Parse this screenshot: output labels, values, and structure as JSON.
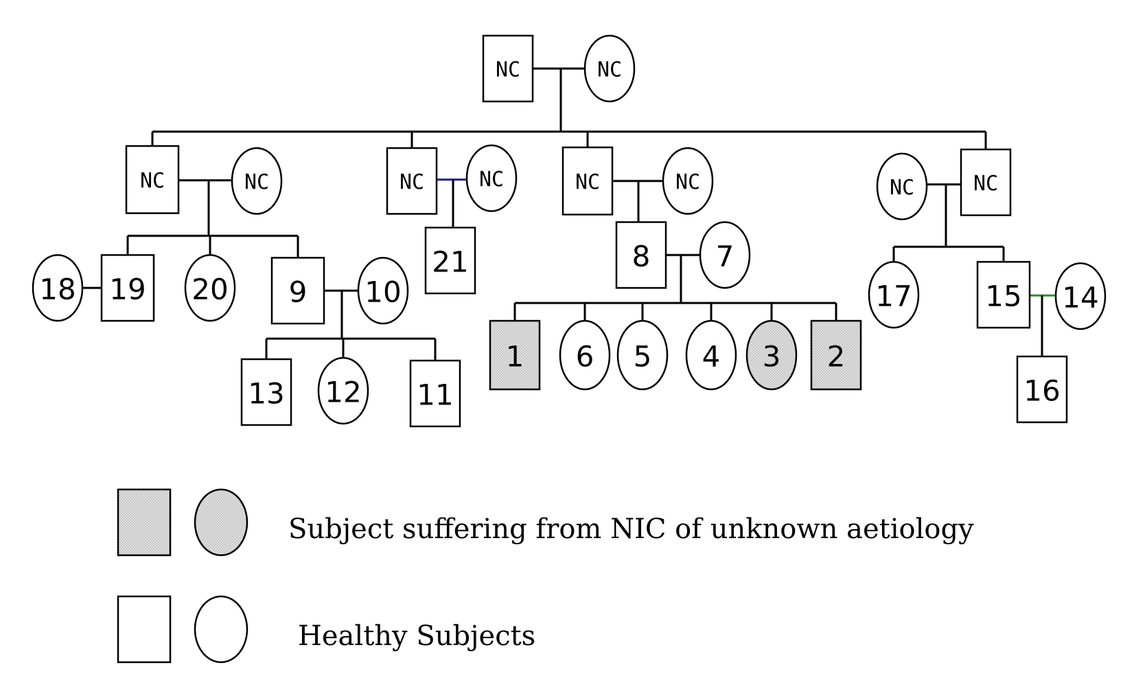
{
  "colors": {
    "line": "#000000",
    "affected_fill": "#d2d2d2",
    "healthy_fill": "#ffffff",
    "marriage_line_blue": "#1a1a8c",
    "marriage_line_green": "#2e8b2e"
  },
  "individuals": [
    {
      "id": "g1m",
      "sex": "male",
      "label": "NC",
      "affected": false
    },
    {
      "id": "g1f",
      "sex": "female",
      "label": "NC",
      "affected": false
    },
    {
      "id": "a1",
      "sex": "male",
      "label": "NC",
      "affected": false
    },
    {
      "id": "a2",
      "sex": "female",
      "label": "NC",
      "affected": false
    },
    {
      "id": "b1",
      "sex": "male",
      "label": "NC",
      "affected": false
    },
    {
      "id": "b2",
      "sex": "female",
      "label": "NC",
      "affected": false
    },
    {
      "id": "c1",
      "sex": "male",
      "label": "NC",
      "affected": false
    },
    {
      "id": "c2",
      "sex": "female",
      "label": "NC",
      "affected": false
    },
    {
      "id": "d1",
      "sex": "female",
      "label": "NC",
      "affected": false
    },
    {
      "id": "d2",
      "sex": "male",
      "label": "NC",
      "affected": false
    },
    {
      "id": "p18",
      "sex": "female",
      "label": "18",
      "affected": false
    },
    {
      "id": "p19",
      "sex": "male",
      "label": "19",
      "affected": false
    },
    {
      "id": "p20",
      "sex": "female",
      "label": "20",
      "affected": false
    },
    {
      "id": "p9",
      "sex": "male",
      "label": "9",
      "affected": false
    },
    {
      "id": "p10",
      "sex": "female",
      "label": "10",
      "affected": false
    },
    {
      "id": "p13",
      "sex": "male",
      "label": "13",
      "affected": false
    },
    {
      "id": "p12",
      "sex": "female",
      "label": "12",
      "affected": false
    },
    {
      "id": "p11",
      "sex": "male",
      "label": "11",
      "affected": false
    },
    {
      "id": "p21",
      "sex": "male",
      "label": "21",
      "affected": false
    },
    {
      "id": "p8",
      "sex": "male",
      "label": "8",
      "affected": false
    },
    {
      "id": "p7",
      "sex": "female",
      "label": "7",
      "affected": false
    },
    {
      "id": "p1",
      "sex": "male",
      "label": "1",
      "affected": true
    },
    {
      "id": "p6",
      "sex": "female",
      "label": "6",
      "affected": false
    },
    {
      "id": "p5",
      "sex": "female",
      "label": "5",
      "affected": false
    },
    {
      "id": "p4",
      "sex": "female",
      "label": "4",
      "affected": false
    },
    {
      "id": "p3",
      "sex": "female",
      "label": "3",
      "affected": true
    },
    {
      "id": "p2",
      "sex": "male",
      "label": "2",
      "affected": true
    },
    {
      "id": "p17",
      "sex": "female",
      "label": "17",
      "affected": false
    },
    {
      "id": "p15",
      "sex": "male",
      "label": "15",
      "affected": false
    },
    {
      "id": "p14",
      "sex": "female",
      "label": "14",
      "affected": false
    },
    {
      "id": "p16",
      "sex": "male",
      "label": "16",
      "affected": false
    }
  ],
  "couples": [
    {
      "a": "g1m",
      "b": "g1f",
      "children": [
        "a1",
        "b1",
        "c1",
        "d2"
      ]
    },
    {
      "a": "a1",
      "b": "a2",
      "children": [
        "p19",
        "p20",
        "p9"
      ]
    },
    {
      "a": "b1",
      "b": "b2",
      "children": [
        "p21"
      ],
      "line_color": "blue"
    },
    {
      "a": "c1",
      "b": "c2",
      "children": [
        "p8"
      ]
    },
    {
      "a": "d1",
      "b": "d2",
      "children": [
        "p17",
        "p15"
      ]
    },
    {
      "a": "p18",
      "b": "p19",
      "children": []
    },
    {
      "a": "p9",
      "b": "p10",
      "children": [
        "p13",
        "p12",
        "p11"
      ]
    },
    {
      "a": "p8",
      "b": "p7",
      "children": [
        "p1",
        "p6",
        "p5",
        "p4",
        "p3",
        "p2"
      ]
    },
    {
      "a": "p15",
      "b": "p14",
      "children": [
        "p16"
      ],
      "line_color": "green"
    }
  ],
  "legend": [
    {
      "affected": true,
      "text": "Subject suffering from NIC of unknown aetiology"
    },
    {
      "affected": false,
      "text": "Healthy Subjects"
    }
  ]
}
